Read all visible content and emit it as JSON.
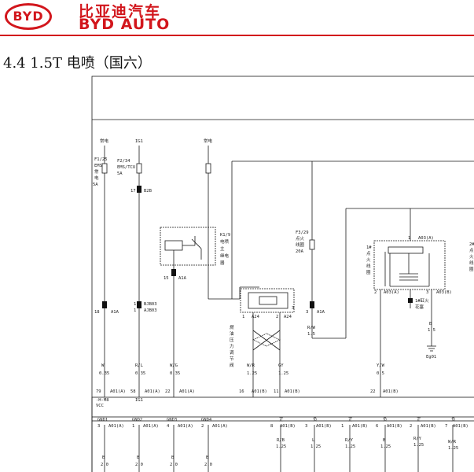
{
  "header": {
    "logo_text": "BYD",
    "brand_cn": "比亚迪汽车",
    "brand_en": "BYD AUTO"
  },
  "section": {
    "title": "4.4 1.5T 电喷（国六）"
  },
  "colors": {
    "brand_red": "#d2161c",
    "line": "#1a1a1a",
    "connector": "#111111"
  },
  "sources": {
    "s1": "常电",
    "s2": "IG1",
    "s3": "常电"
  },
  "fuses": {
    "f1": {
      "id": "F1/25",
      "name1": "EMS",
      "name2": "常",
      "name3": "电",
      "rating": "5A"
    },
    "f2": {
      "id": "F2/34",
      "name": "EMS/TCU",
      "rating": "5A"
    },
    "f3": {
      "id": "F3/29",
      "name1": "点火",
      "name2": "线圈",
      "rating": "20A"
    }
  },
  "relay": {
    "id": "K1/9",
    "l1": "电喷",
    "l2": "主",
    "l3": "继电",
    "l4": "器"
  },
  "connectors": {
    "b2b": {
      "pin": "17",
      "name": "B2B"
    },
    "a1a_relay": {
      "pin": "15",
      "name": "A1A"
    },
    "a1a_left": {
      "pin": "18",
      "name": "A1A"
    },
    "bjb": {
      "pin1": "1",
      "name1": "BJB03",
      "pin2": "1",
      "name2": "AJB03"
    },
    "a1a_ign": {
      "pin": "3",
      "name": "A1A"
    },
    "a03_top": {
      "pin": "1",
      "name": "A03(A)"
    },
    "a03_l": {
      "pin": "2",
      "name": "A03(A)"
    },
    "a03_r": {
      "pin": "3",
      "name": "A03(B)"
    },
    "a24": {
      "pin": "1",
      "name": "A24"
    },
    "a24b": {
      "pin": "2",
      "name": "A24"
    },
    "a24c": {
      "pin": "3"
    }
  },
  "valve_label": [
    "燃",
    "油",
    "压",
    "力",
    "调",
    "节",
    "阀"
  ],
  "coil": {
    "l1": "1#",
    "l2": "点",
    "l3": "火",
    "l4": "线",
    "l5": "圈",
    "spark1": "1#缸火",
    "spark2": "花塞"
  },
  "wires": {
    "w1": {
      "color": "W",
      "size": "0.35"
    },
    "w2": {
      "color": "R/L",
      "size": "0.35"
    },
    "w3": {
      "color": "W/G",
      "size": "0.35"
    },
    "w4": {
      "color": "R/W",
      "size": "1.5"
    },
    "w5": {
      "color": "W/R",
      "size": "1.25"
    },
    "w6": {
      "color": "GY",
      "size": "1.25"
    },
    "w7": {
      "color": "Y/W",
      "size": "0.5"
    },
    "w8": {
      "color": "B",
      "size": "1.5"
    }
  },
  "ground": {
    "label": "Eg01"
  },
  "ecu": {
    "title": "-H-M8",
    "vcc": "VCC",
    "pins_top": [
      {
        "pin": "79",
        "conn": "A01(A)"
      },
      {
        "pin": "58",
        "conn": "A01(A)"
      },
      {
        "pin": "22",
        "conn": "A01(A)"
      },
      {
        "pin": "16",
        "conn": "A01(B)"
      },
      {
        "pin": "11",
        "conn": "A01(B)"
      },
      {
        "pin": "22",
        "conn": "A01(B)"
      }
    ],
    "ig1": "IG1",
    "gnds": [
      {
        "name": "GND1",
        "pin": "3",
        "conn": "A01(A)"
      },
      {
        "name": "GND2",
        "pin": "1",
        "conn": "A01(A)"
      },
      {
        "name": "GND3",
        "pin": "4",
        "conn": "A01(A)"
      },
      {
        "name": "GND4",
        "pin": "2",
        "conn": "A01(A)"
      }
    ],
    "outs": [
      {
        "head": "正",
        "pin": "8",
        "conn": "A01(B)",
        "color": "R/B",
        "size": "1.25"
      },
      {
        "head": "负",
        "pin": "3",
        "conn": "A01(B)",
        "color": "L",
        "size": "1.25"
      },
      {
        "head": "正",
        "pin": "1",
        "conn": "A01(B)",
        "color": "R/Y",
        "size": "1.25"
      },
      {
        "head": "负",
        "pin": "6",
        "conn": "A01(B)",
        "color": "B",
        "size": "1.25"
      },
      {
        "head": "正",
        "pin": "2",
        "conn": "A01(B)",
        "color": "R/Y",
        "size": "1.25"
      },
      {
        "head": "负",
        "pin": "7",
        "conn": "A01(B)",
        "color": "W/R",
        "size": "1.25"
      }
    ],
    "gnd_wires": [
      {
        "color": "B",
        "size": "2.0"
      },
      {
        "color": "B",
        "size": "2.0"
      },
      {
        "color": "B",
        "size": "2.0"
      },
      {
        "color": "B",
        "size": "2.0"
      }
    ]
  },
  "right_partial": {
    "l1": "2#",
    "l2": "点",
    "l3": "火",
    "l4": "线",
    "l5": "圈"
  }
}
